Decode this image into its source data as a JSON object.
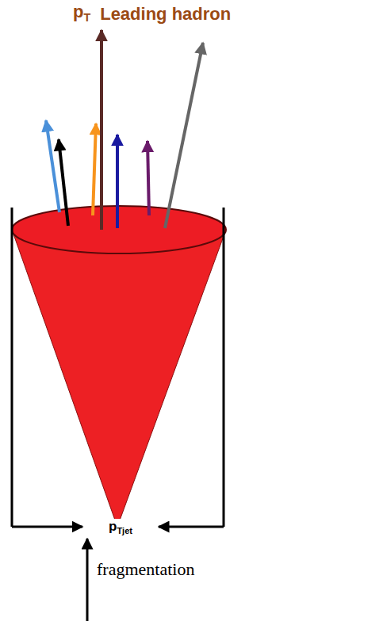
{
  "diagram": {
    "labels": [
      "pT",
      "Leading hadron",
      "pTjet",
      "fragmentation"
    ]
  }
}
